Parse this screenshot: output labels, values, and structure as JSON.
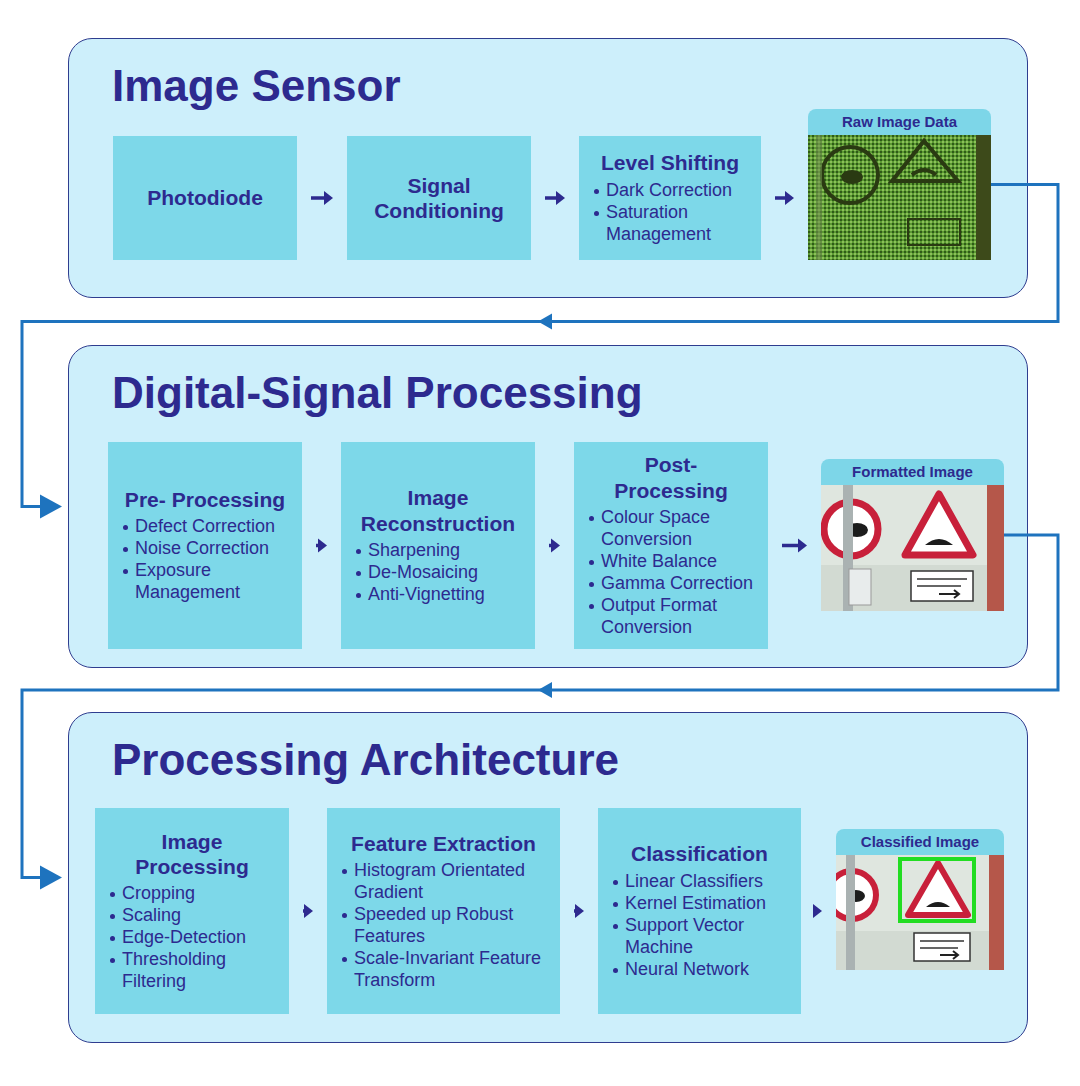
{
  "diagram": {
    "nodes": [
      {
        "text": [
          "Image Sensor"
        ]
      },
      {
        "text": [
          "Photodiode"
        ],
        "in": 0
      },
      {
        "text": [
          "Signal Conditioning"
        ],
        "in": 0
      },
      {
        "text": [
          "Level Shifting",
          "Dark Correction",
          "Saturation Management"
        ],
        "in": 0
      },
      {
        "text": [
          "Raw Image Data"
        ],
        "in": 0
      },
      {
        "text": [
          "Digital-Signal Processing"
        ]
      },
      {
        "text": [
          "Pre- Processing",
          "Defect Correction",
          "Noise Correction",
          "Exposure Management"
        ],
        "in": 5
      },
      {
        "text": [
          "Image Reconstruction",
          "Sharpening",
          "De-Mosaicing",
          "Anti-Vignetting"
        ],
        "in": 5
      },
      {
        "text": [
          "Post- Processing",
          "Colour Space Conversion",
          "White Balance",
          "Gamma Correction",
          "Output Format Conversion"
        ],
        "in": 5
      },
      {
        "text": [
          "Formatted Image"
        ],
        "in": 5
      },
      {
        "text": [
          "Processing Architecture"
        ]
      },
      {
        "text": [
          "Image Processing",
          "Cropping",
          "Scaling",
          "Edge-Detection",
          "Thresholding Filtering"
        ],
        "in": 10
      },
      {
        "text": [
          "Feature Extraction",
          "Histogram Orientated Gradient",
          "Speeded up Robust Features",
          "Scale-Invariant Feature Transform"
        ],
        "in": 10
      },
      {
        "text": [
          "Classification",
          "Linear Classifiers",
          "Kernel Estimation",
          "Support Vector Machine",
          "Neural Network"
        ],
        "in": 10
      },
      {
        "text": [
          "Classified Image"
        ],
        "in": 10
      }
    ],
    "edges": [
      {
        "from": 1,
        "to": 2,
        "arrow": "to"
      },
      {
        "from": 2,
        "to": 3,
        "arrow": "to"
      },
      {
        "from": 3,
        "to": 4,
        "arrow": "to"
      },
      {
        "from": 4,
        "to": 5,
        "arrow": "to"
      },
      {
        "from": 6,
        "to": 7,
        "arrow": "to"
      },
      {
        "from": 7,
        "to": 8,
        "arrow": "to"
      },
      {
        "from": 8,
        "to": 9,
        "arrow": "to"
      },
      {
        "from": 9,
        "to": 10,
        "arrow": "to"
      },
      {
        "from": 11,
        "to": 12,
        "arrow": "to"
      },
      {
        "from": 12,
        "to": 13,
        "arrow": "to"
      },
      {
        "from": 13,
        "to": 14,
        "arrow": "to"
      }
    ]
  }
}
